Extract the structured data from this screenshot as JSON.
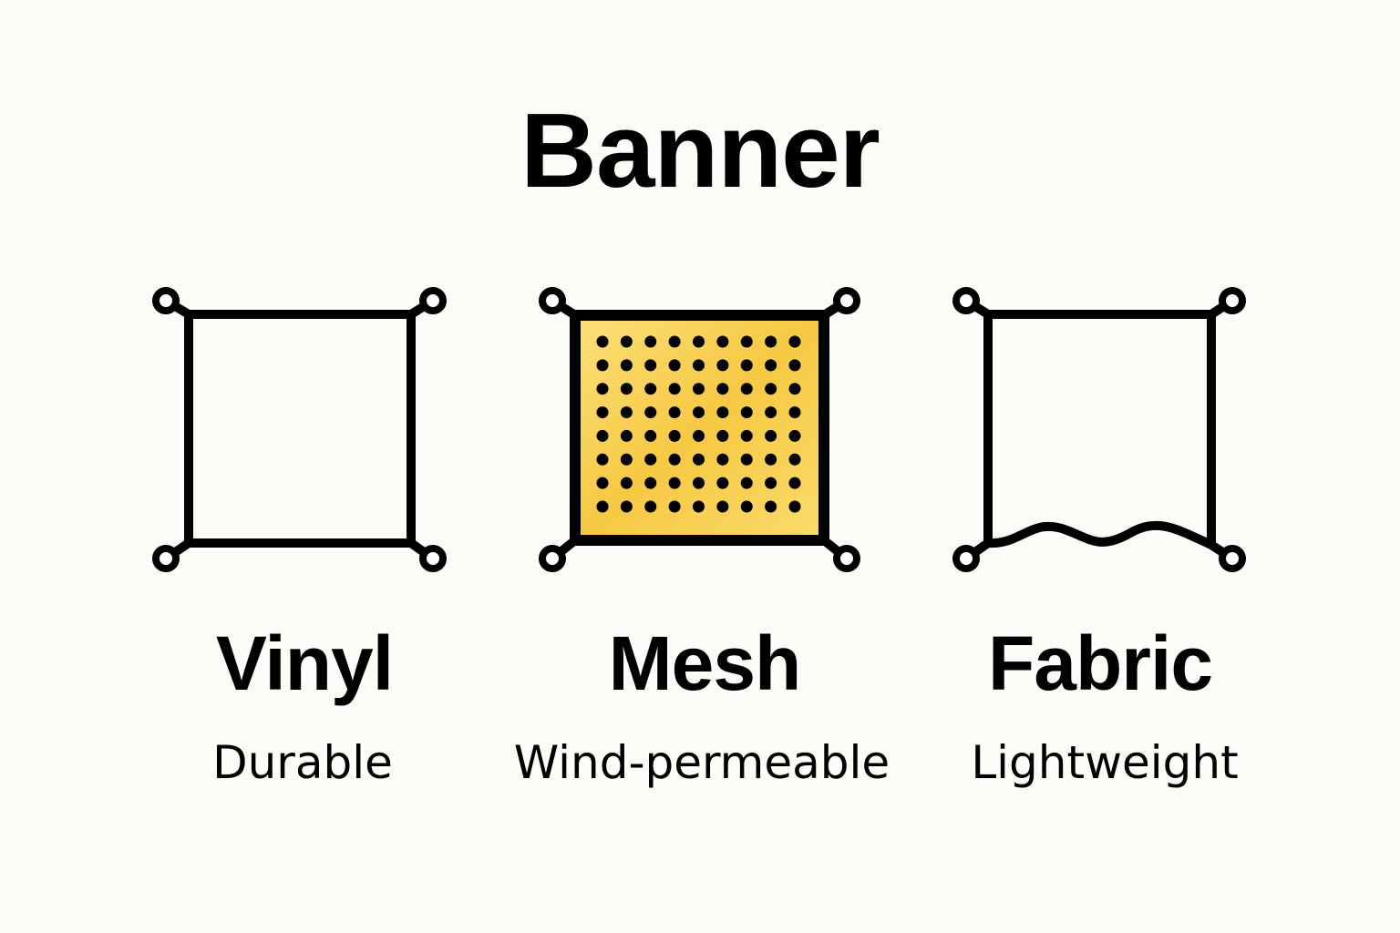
{
  "title": "Banner",
  "colors": {
    "ink": "#000000",
    "mesh_fill": "#f7cd4a",
    "background": "#fdfcf9"
  },
  "materials": [
    {
      "name": "Vinyl",
      "description": "Durable",
      "icon": "solid-banner-icon"
    },
    {
      "name": "Mesh",
      "description": "Wind-permeable",
      "icon": "perforated-banner-icon",
      "perforation_grid": {
        "columns": 9,
        "rows": 8
      }
    },
    {
      "name": "Fabric",
      "description": "Lightweight",
      "icon": "wavy-banner-icon"
    }
  ]
}
